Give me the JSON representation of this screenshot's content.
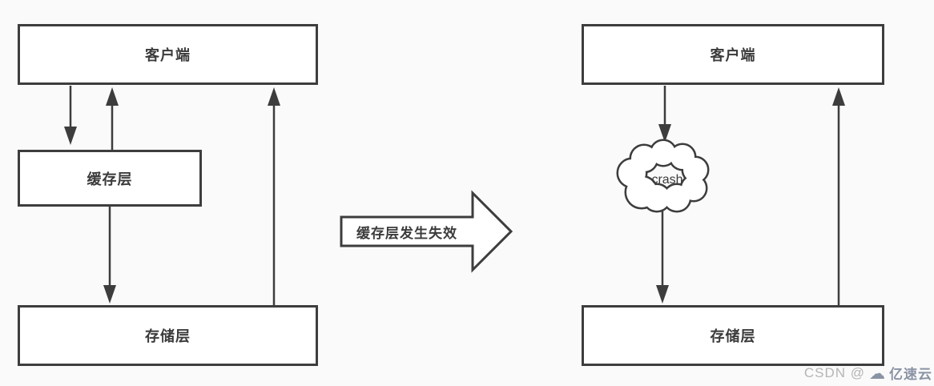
{
  "colors": {
    "background": "#fafafa",
    "stroke": "#3d3d3d",
    "box_fill": "#ffffff",
    "text": "#3b3b3b",
    "watermark_gray": "#b5b5b5",
    "watermark_brand": "#8a93a4"
  },
  "before": {
    "client_label": "客户端",
    "cache_label": "缓存层",
    "storage_label": "存储层"
  },
  "transition_arrow": {
    "label": "缓存层发生失效"
  },
  "after": {
    "client_label": "客户端",
    "crash_label": "crash",
    "storage_label": "存储层"
  },
  "watermark": {
    "prefix": "CSDN @",
    "icon": "cloud-icon",
    "brand": "亿速云"
  }
}
